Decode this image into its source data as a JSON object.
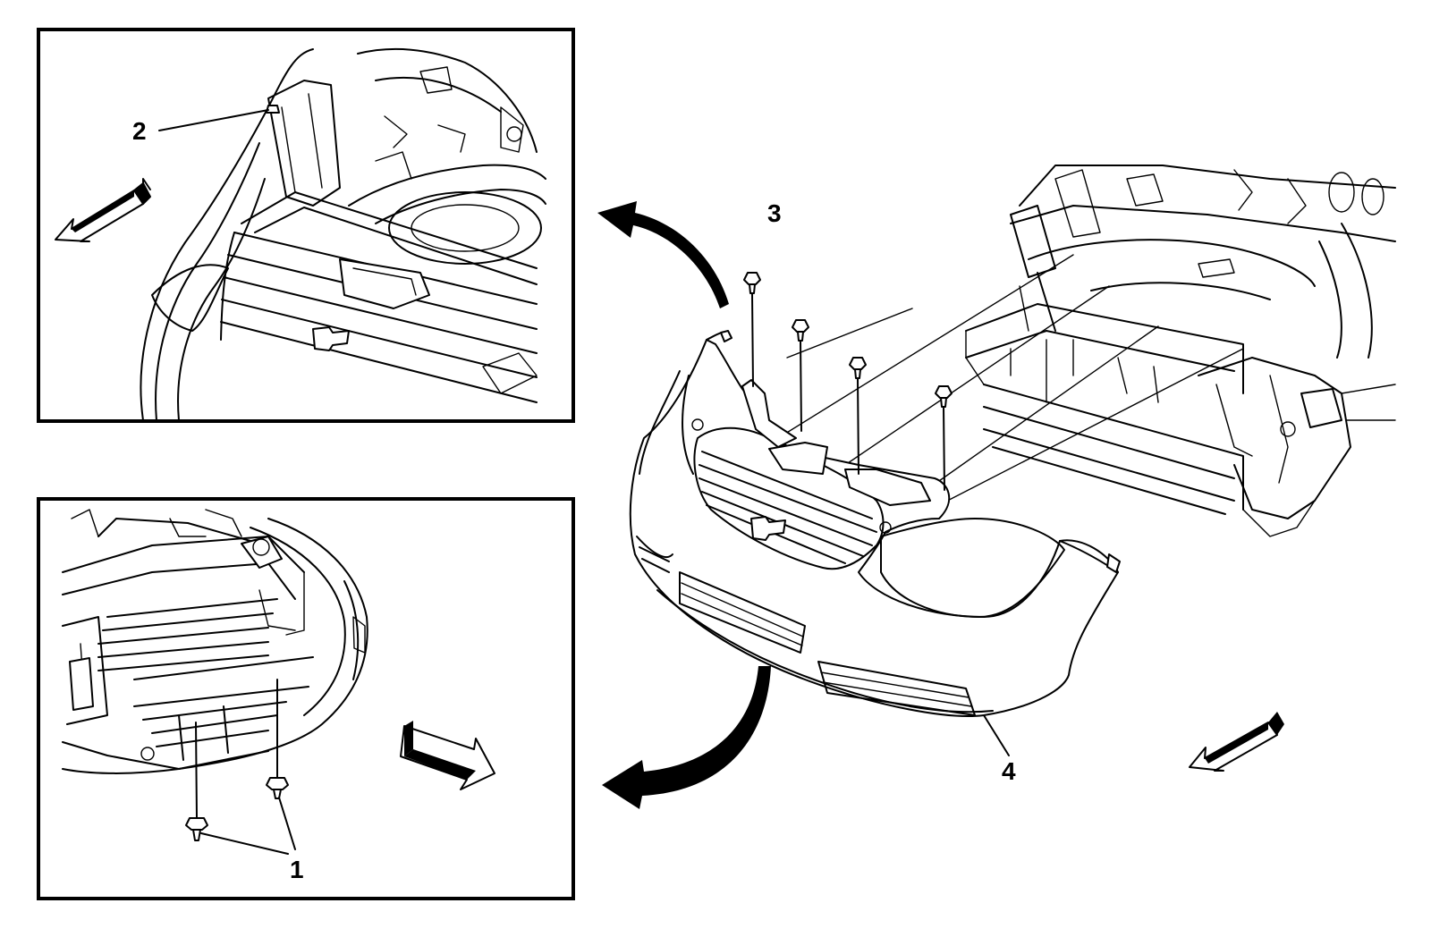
{
  "callouts": {
    "c1": "1",
    "c2": "2",
    "c3": "3",
    "c4": "4"
  },
  "colors": {
    "line": "#000000",
    "background": "#ffffff"
  },
  "icons": {
    "direction_arrow": "front-direction-arrow-icon",
    "rotation_arrow": "curved-rotation-arrow-icon",
    "fastener": "push-pin-retainer-icon"
  }
}
